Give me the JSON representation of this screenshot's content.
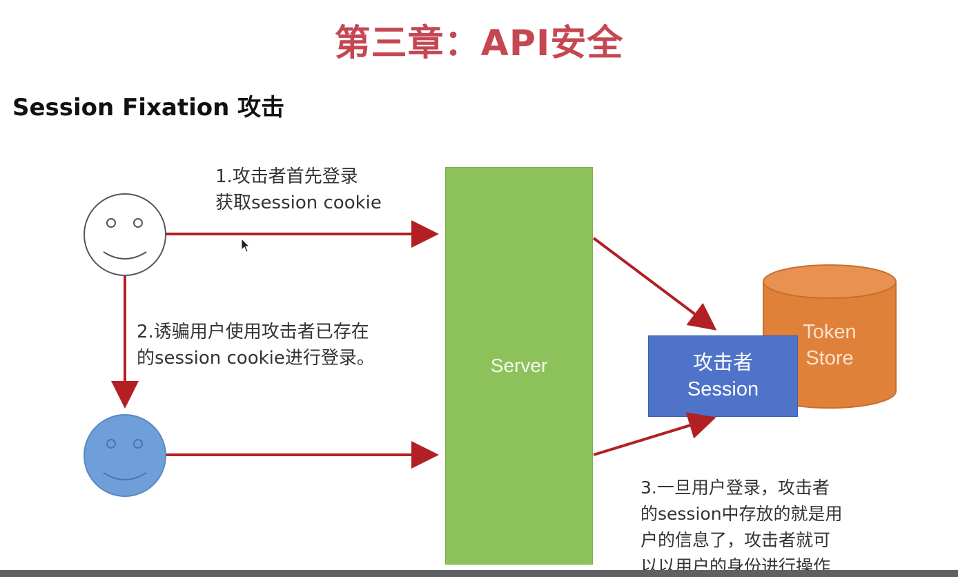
{
  "slide": {
    "title": "第三章：API安全",
    "subtitle": "Session Fixation 攻击"
  },
  "diagram": {
    "step1": {
      "line1": "1.攻击者首先登录",
      "line2": "获取session cookie"
    },
    "step2": {
      "line1": "2.诱骗用户使用攻击者已存在",
      "line2": "的session cookie进行登录。"
    },
    "step3": {
      "line1": "3.一旦用户登录，攻击者",
      "line2": "的session中存放的就是用",
      "line3": "户的信息了，攻击者就可",
      "line4": "以以用户的身份进行操作"
    },
    "server_label": "Server",
    "session_box": {
      "line1": "攻击者",
      "line2": "Session"
    },
    "token_store": {
      "line1": "Token",
      "line2": "Store"
    },
    "colors": {
      "title": "#c44752",
      "arrow": "#b22024",
      "server": "#8dc25a",
      "session": "#4f73c9",
      "store": "#e0813a",
      "victim": "#6f9fd8",
      "attacker": "#ffffff"
    }
  }
}
